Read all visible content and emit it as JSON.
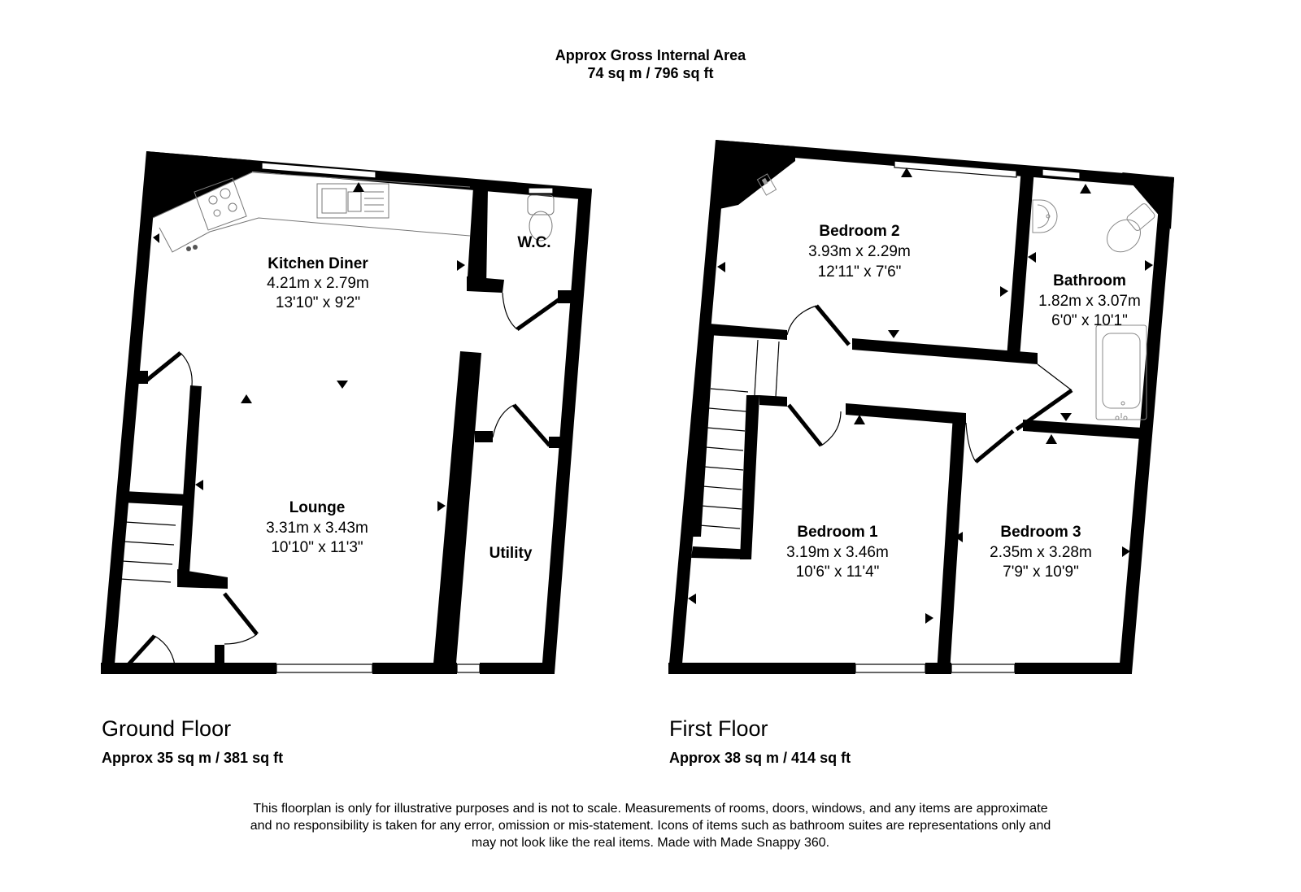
{
  "header": {
    "title_line1": "Approx Gross Internal Area",
    "title_line2": "74 sq m / 796 sq ft"
  },
  "floors": [
    {
      "name": "Ground Floor",
      "area": "Approx 35 sq m / 381 sq ft",
      "rooms": [
        {
          "name": "Kitchen Diner",
          "metric": "4.21m x 2.79m",
          "imperial": "13'10\" x 9'2\""
        },
        {
          "name": "W.C.",
          "metric": "",
          "imperial": ""
        },
        {
          "name": "Lounge",
          "metric": "3.31m x 3.43m",
          "imperial": "10'10\" x 11'3\""
        },
        {
          "name": "Utility",
          "metric": "",
          "imperial": ""
        }
      ]
    },
    {
      "name": "First Floor",
      "area": "Approx 38 sq m / 414 sq ft",
      "rooms": [
        {
          "name": "Bedroom 2",
          "metric": "3.93m x 2.29m",
          "imperial": "12'11\" x 7'6\""
        },
        {
          "name": "Bathroom",
          "metric": "1.82m x 3.07m",
          "imperial": "6'0\" x 10'1\""
        },
        {
          "name": "Bedroom 1",
          "metric": "3.19m x 3.46m",
          "imperial": "10'6\" x 11'4\""
        },
        {
          "name": "Bedroom 3",
          "metric": "2.35m x 3.28m",
          "imperial": "7'9\" x 10'9\""
        }
      ]
    }
  ],
  "disclaimer": {
    "line1": "This floorplan is only for illustrative purposes and is not to scale. Measurements of rooms, doors, windows, and any items are approximate",
    "line2": "and no responsibility is taken for any error, omission or mis-statement. Icons of items such as bathroom suites are representations only and",
    "line3": "may not look like the real items. Made with Made Snappy 360."
  },
  "colors": {
    "wall": "#000000",
    "fixture_line": "#888888",
    "background": "#ffffff"
  }
}
